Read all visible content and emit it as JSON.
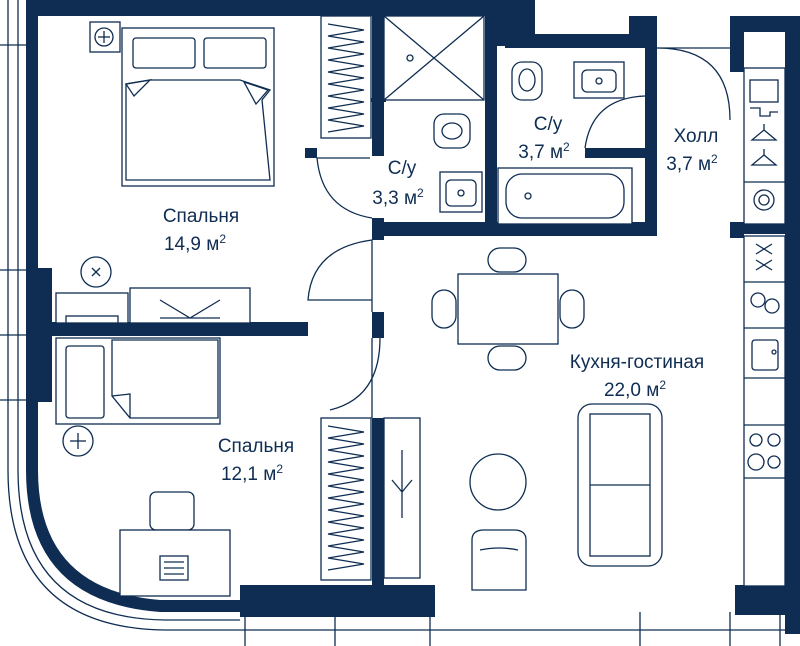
{
  "colors": {
    "wall": "#0f2d52",
    "line": "#0f2d52",
    "background": "#ffffff"
  },
  "rooms": {
    "bedroom_1": {
      "name": "Спальня",
      "area": "14,9 м",
      "sup": "2"
    },
    "bedroom_2": {
      "name": "Спальня",
      "area": "12,1 м",
      "sup": "2"
    },
    "bath_1": {
      "name": "С/у",
      "area": "3,3 м",
      "sup": "2"
    },
    "bath_2": {
      "name": "С/у",
      "area": "3,7 м",
      "sup": "2"
    },
    "hall": {
      "name": "Холл",
      "area": "3,7 м",
      "sup": "2"
    },
    "kitchen_living": {
      "name": "Кухня-гостиная",
      "area": "22,0 м",
      "sup": "2"
    }
  },
  "icons": [
    "bed-icon",
    "toilet-icon",
    "sink-icon",
    "bathtub-icon",
    "shower-icon",
    "wardrobe-icon",
    "table-icon",
    "chair-icon",
    "sofa-icon",
    "armchair-icon",
    "laptop-icon",
    "stove-icon",
    "washing-machine-icon",
    "hanger-icon",
    "kitchen-sink-icon",
    "plant-icon"
  ]
}
